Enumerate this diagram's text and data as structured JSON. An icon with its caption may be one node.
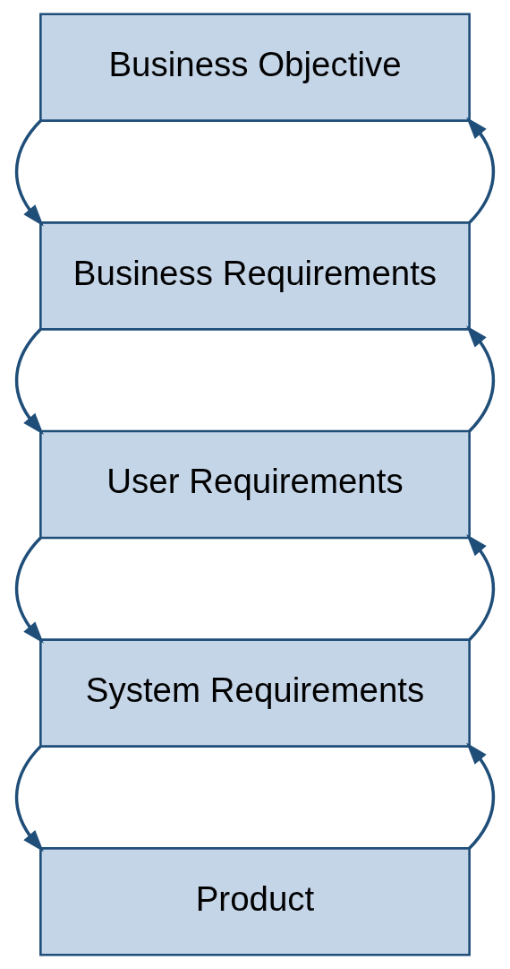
{
  "diagram": {
    "nodes": [
      {
        "text": [
          "Business Objective"
        ]
      },
      {
        "text": [
          "Business Requirements"
        ]
      },
      {
        "text": [
          "User Requirements"
        ]
      },
      {
        "text": [
          "System Requirements"
        ]
      },
      {
        "text": [
          "Product"
        ]
      }
    ],
    "edges": [
      {
        "from": 0,
        "to": 1,
        "arrow": "to"
      },
      {
        "from": 1,
        "to": 0,
        "arrow": "to"
      },
      {
        "from": 1,
        "to": 2,
        "arrow": "to"
      },
      {
        "from": 2,
        "to": 1,
        "arrow": "to"
      },
      {
        "from": 2,
        "to": 3,
        "arrow": "to"
      },
      {
        "from": 3,
        "to": 2,
        "arrow": "to"
      },
      {
        "from": 3,
        "to": 4,
        "arrow": "to"
      },
      {
        "from": 4,
        "to": 3,
        "arrow": "to"
      }
    ]
  }
}
